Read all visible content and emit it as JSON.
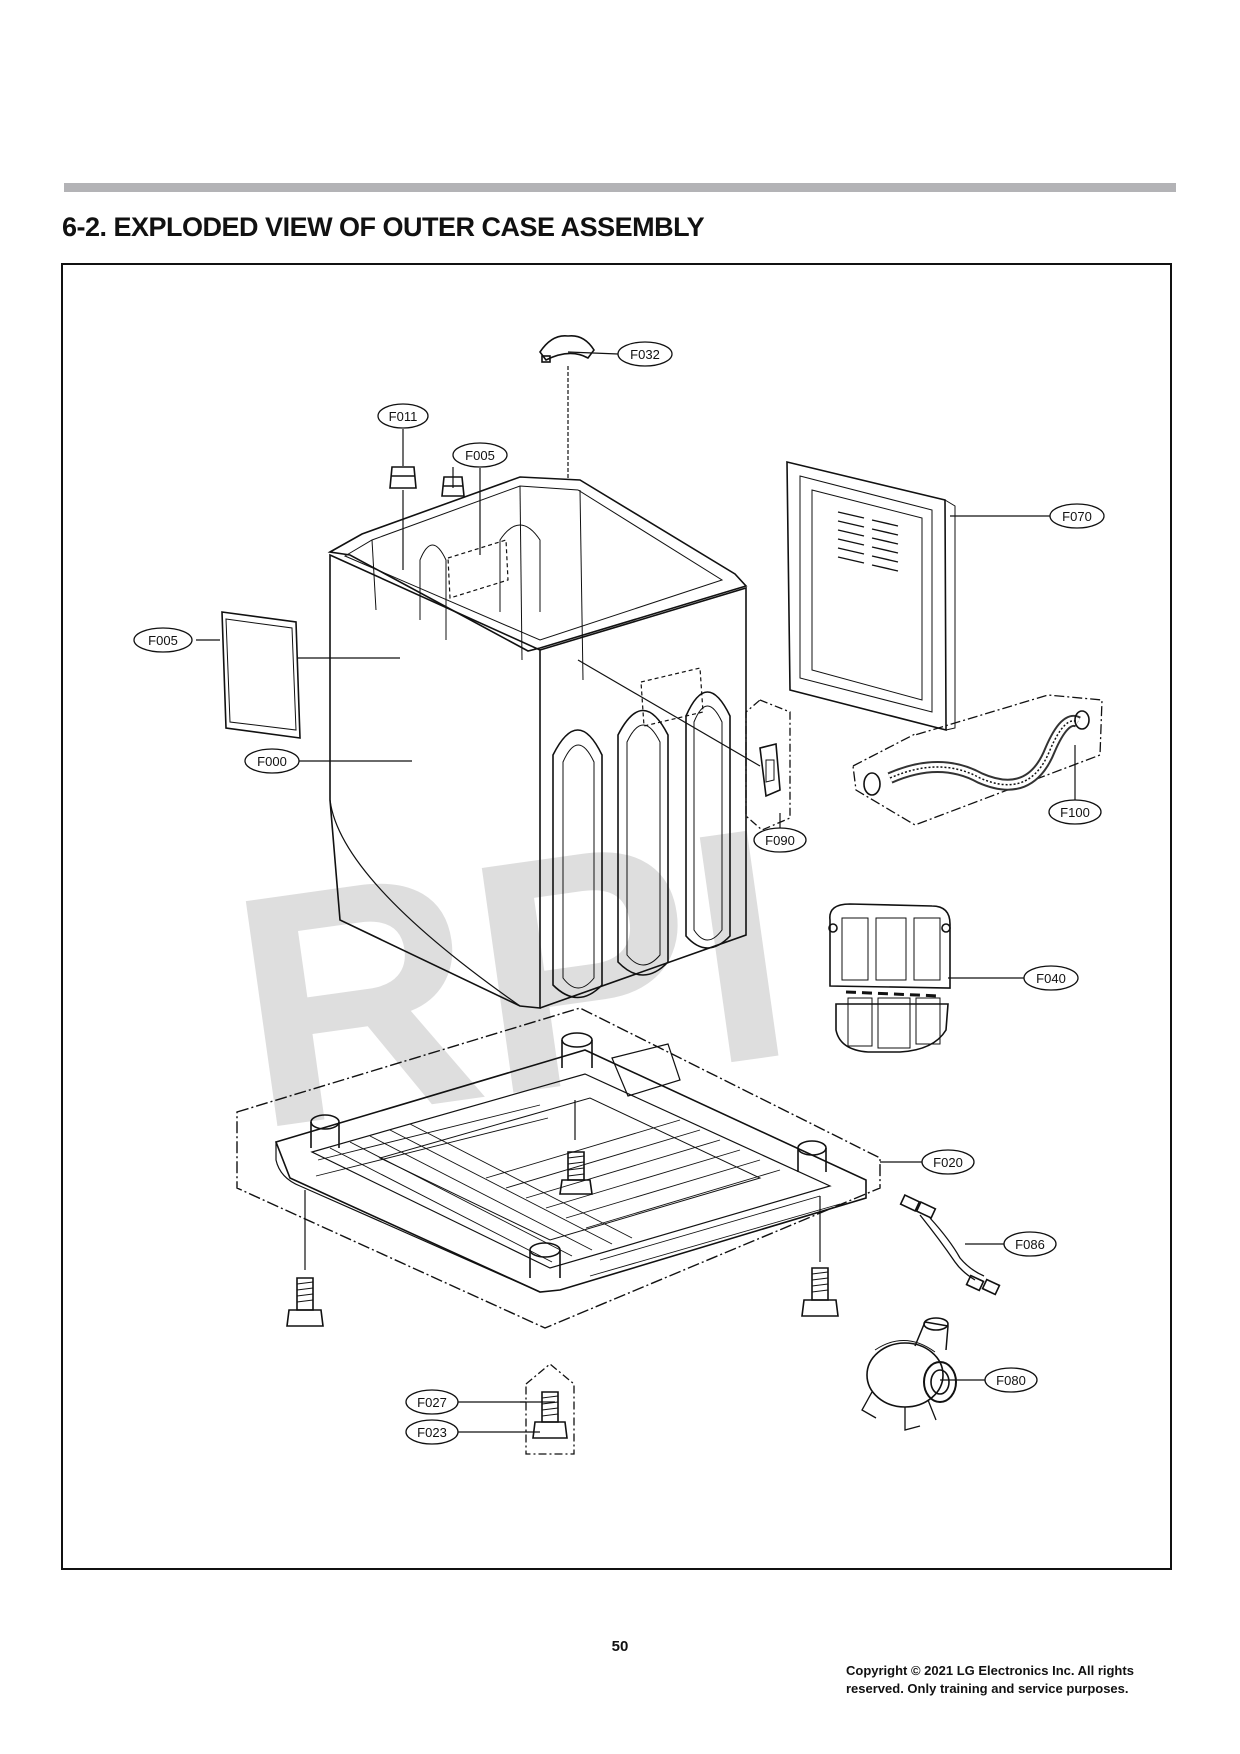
{
  "heading": "6-2. EXPLODED VIEW OF OUTER CASE ASSEMBLY",
  "watermark": "RPI",
  "callouts": [
    {
      "id": "f032",
      "label": "F032"
    },
    {
      "id": "f011",
      "label": "F011"
    },
    {
      "id": "f005-top",
      "label": "F005"
    },
    {
      "id": "f070",
      "label": "F070"
    },
    {
      "id": "f005-left",
      "label": "F005"
    },
    {
      "id": "f000",
      "label": "F000"
    },
    {
      "id": "f090",
      "label": "F090"
    },
    {
      "id": "f100",
      "label": "F100"
    },
    {
      "id": "f040",
      "label": "F040"
    },
    {
      "id": "f020",
      "label": "F020"
    },
    {
      "id": "f086",
      "label": "F086"
    },
    {
      "id": "f080",
      "label": "F080"
    },
    {
      "id": "f027",
      "label": "F027"
    },
    {
      "id": "f023",
      "label": "F023"
    }
  ],
  "footer": {
    "page_number": "50",
    "copyright_line1": "Copyright © 2021 LG Electronics Inc. All rights",
    "copyright_line2": "reserved. Only training and service purposes."
  }
}
